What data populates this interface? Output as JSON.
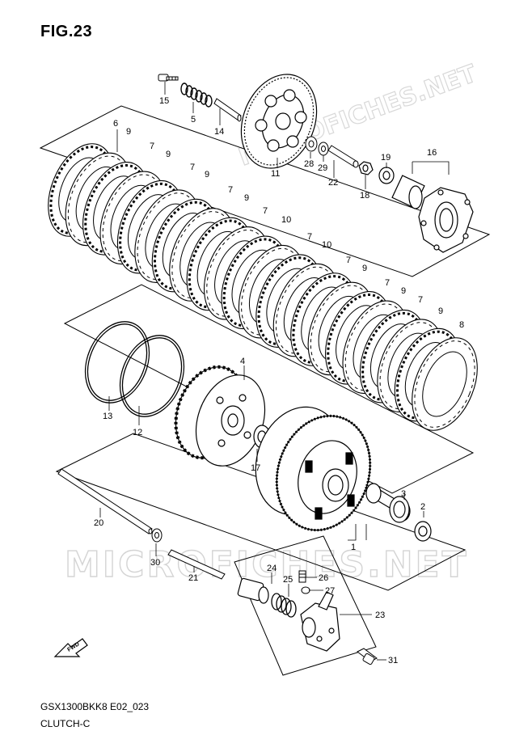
{
  "figure": {
    "title": "FIG.23",
    "model_code": "GSX1300BKK8 E02_023",
    "section_name": "CLUTCH-C"
  },
  "watermarks": [
    "MICROFICHES.NET",
    "MICROFICHES.NET"
  ],
  "fwd_label": "FWD",
  "callouts": {
    "p1": "1",
    "p2": "2",
    "p3": "3",
    "p4": "4",
    "p5": "5",
    "p6": "6",
    "p7": "7",
    "p8": "8",
    "p9": "9",
    "p10": "10",
    "p11": "11",
    "p12": "12",
    "p13": "13",
    "p14": "14",
    "p15": "15",
    "p16": "16",
    "p17": "17",
    "p18": "18",
    "p19": "19",
    "p20": "20",
    "p21": "21",
    "p22": "22",
    "p23": "23",
    "p24": "24",
    "p25": "25",
    "p26": "26",
    "p27": "27",
    "p28": "28",
    "p29": "29",
    "p30": "30",
    "p31": "31"
  }
}
